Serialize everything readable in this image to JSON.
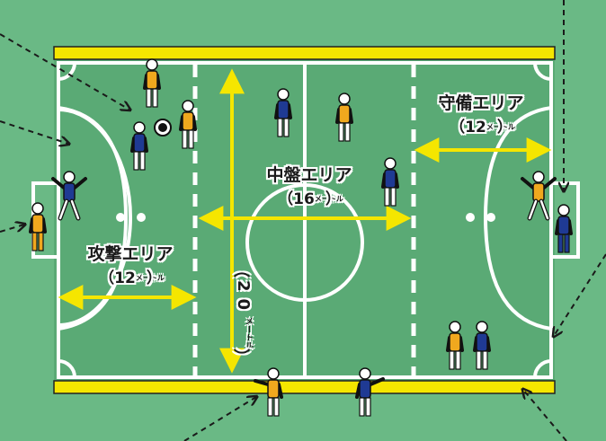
{
  "zones": {
    "attack": {
      "name": "攻撃エリア",
      "width_value": "12",
      "width_unit": "メートル"
    },
    "midfield": {
      "name": "中盤エリア",
      "width_value": "16",
      "width_unit": "メートル"
    },
    "defense": {
      "name": "守備エリア",
      "width_value": "12",
      "width_unit": "メートル"
    }
  },
  "pitch_length": {
    "value": "20",
    "unit": "メートル"
  },
  "colors": {
    "background": "#6ab985",
    "court": "#55a873",
    "lines": "#ffffff",
    "sidebar": "#f5e600",
    "arrow": "#f5e600",
    "team_orange": "#f0a81e",
    "team_blue": "#1f3a93",
    "pass_line": "#1a1a1a"
  },
  "icons": {
    "ball": "soccer-ball-icon",
    "player": "player-figure-icon"
  }
}
